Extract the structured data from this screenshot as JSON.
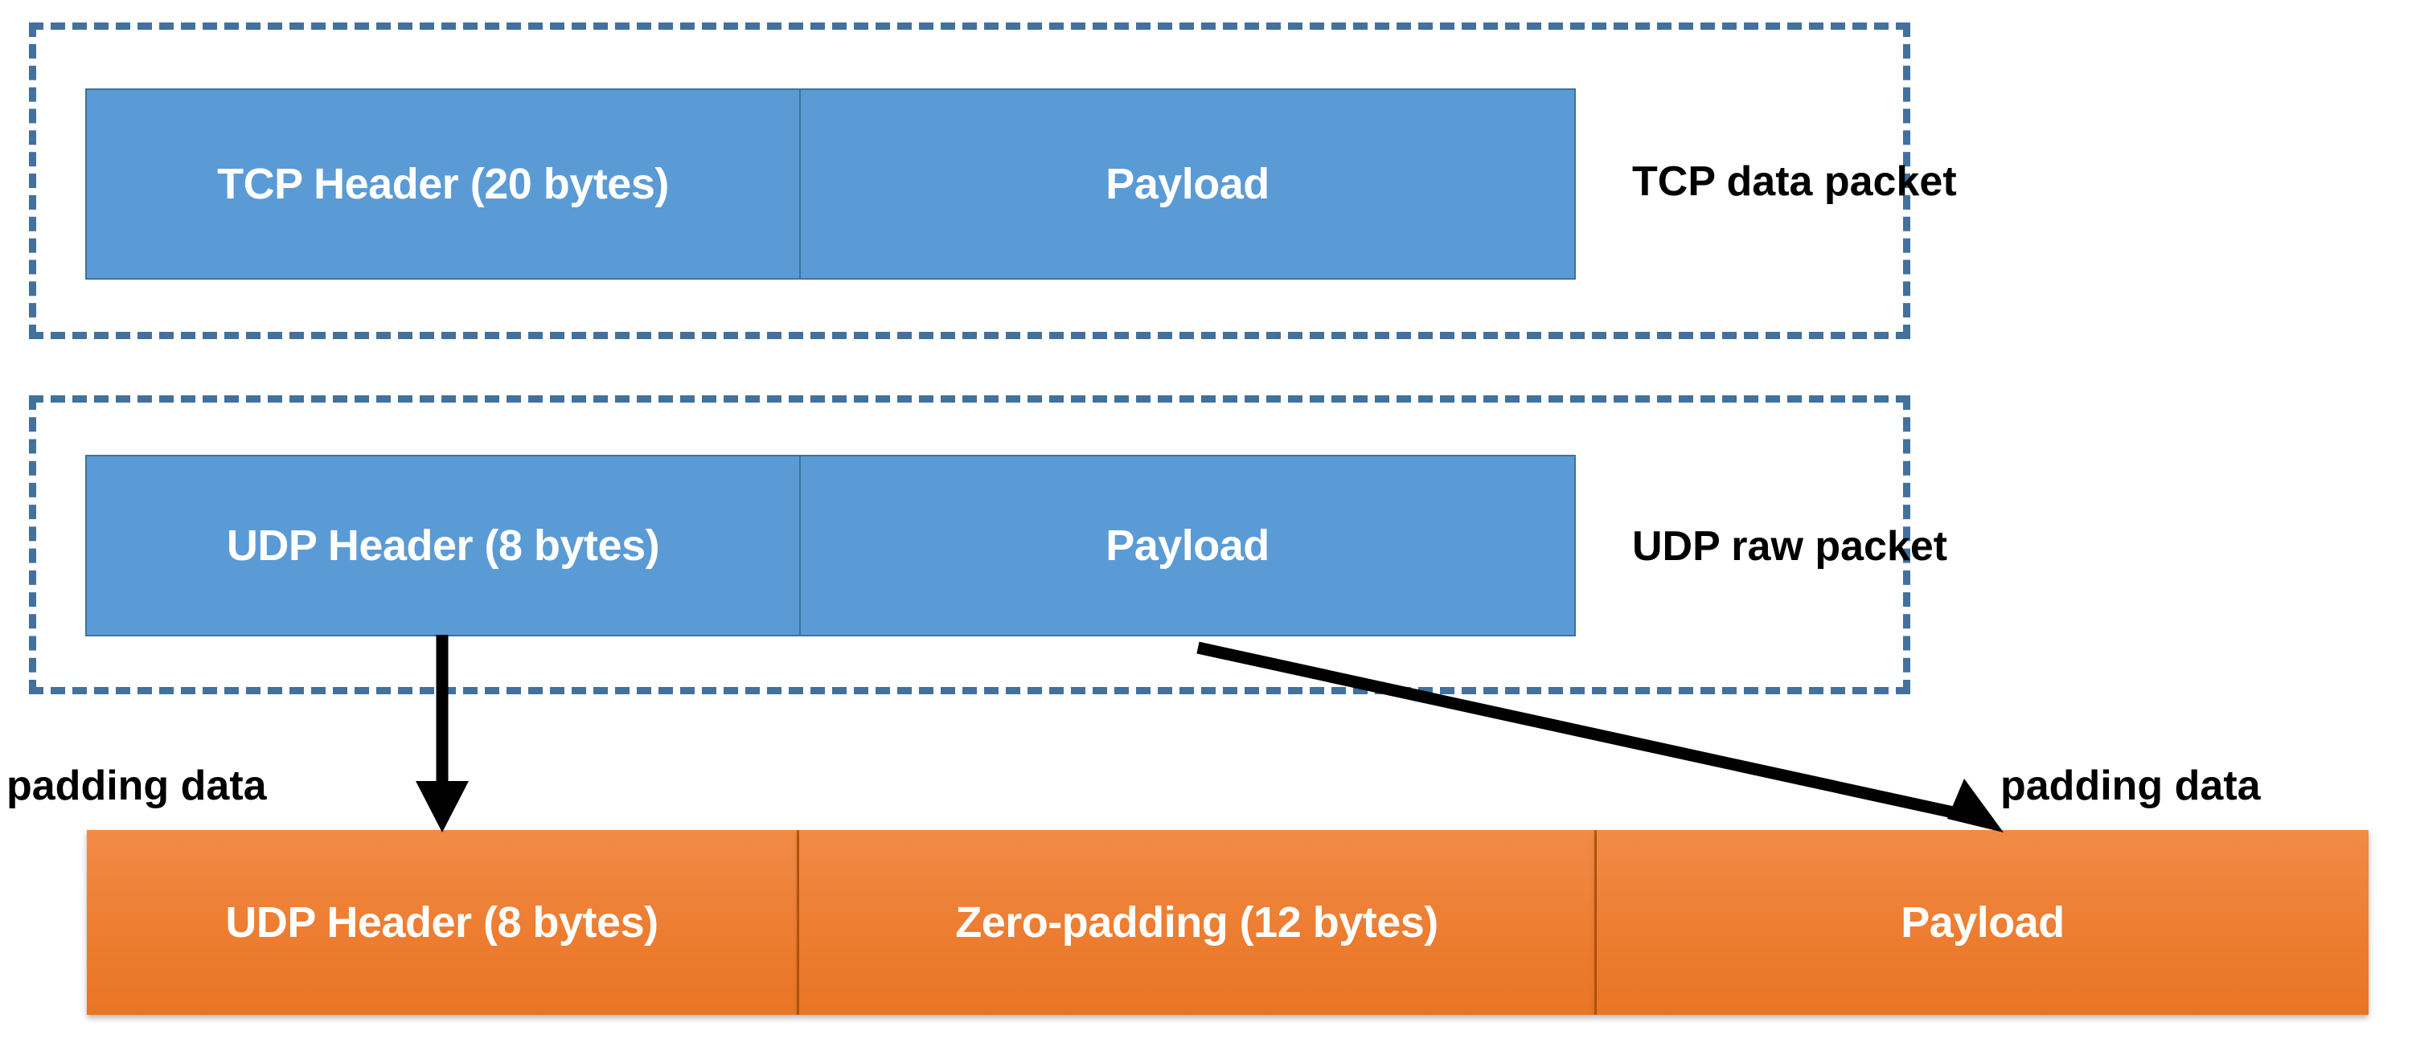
{
  "diagram": {
    "title": "TCP vs UDP packet layout with zero-padding",
    "colors": {
      "blue_fill": "#5B9BD5",
      "blue_stroke": "#41719C",
      "orange_fill": "#ED7D31",
      "orange_stroke": "#C25A11",
      "dash_stroke": "#41719C",
      "arrow": "#000000",
      "text_on_bar": "#FFFFFF",
      "text_caption": "#000000"
    },
    "rows": [
      {
        "id": "tcp-packet",
        "caption": "TCP data packet",
        "segments": [
          {
            "label": "TCP Header (20 bytes)"
          },
          {
            "label": "Payload"
          }
        ]
      },
      {
        "id": "udp-packet",
        "caption": "UDP raw packet",
        "segments": [
          {
            "label": "UDP Header (8 bytes)"
          },
          {
            "label": "Payload"
          }
        ]
      },
      {
        "id": "udp-padded-packet",
        "caption": "",
        "segments": [
          {
            "label": "UDP Header (8 bytes)"
          },
          {
            "label": "Zero-padding (12 bytes)"
          },
          {
            "label": "Payload"
          }
        ]
      }
    ],
    "annotations": [
      {
        "id": "padding-data-left",
        "label": "padding data"
      },
      {
        "id": "padding-data-right",
        "label": "padding data"
      }
    ],
    "arrows": [
      {
        "id": "udp-header-down-arrow",
        "from": "UDP Header (8 bytes)",
        "to": "UDP Header (8 bytes)"
      },
      {
        "id": "udp-payload-diagonal-arrow",
        "from": "Payload",
        "to": "Payload"
      }
    ]
  }
}
